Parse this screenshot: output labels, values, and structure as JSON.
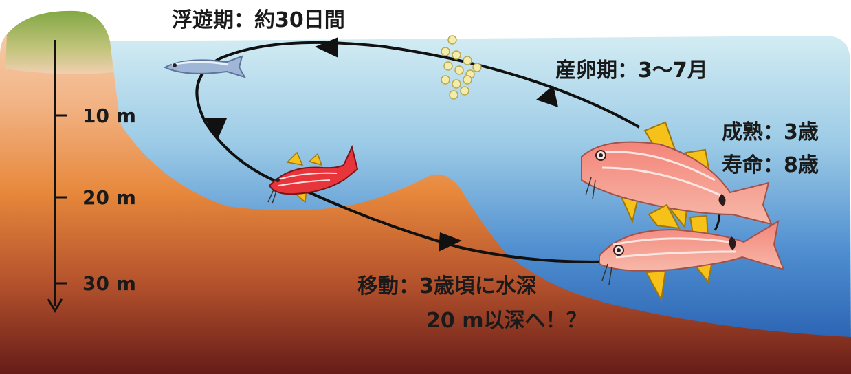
{
  "labels": {
    "pelagic": "浮遊期：約30日間",
    "spawning": "産卵期：3〜7月",
    "maturity": "成熟：3歳",
    "lifespan": "寿命：8歳",
    "migration_line1": "移動：3歳頃に水深",
    "migration_line2": "20 m以深へ！？"
  },
  "depth_scale": {
    "ticks": [
      "10 m",
      "20 m",
      "30 m"
    ]
  },
  "colors": {
    "water_top": "#cbe8f0",
    "water_bottom": "#2a6ab8",
    "land_top": "#f6c39a",
    "land_mid": "#e8883e",
    "land_bottom": "#6a1e18",
    "grass": "#8ab04a",
    "fish_adult": "#f27a6e",
    "fish_juvenile": "#e8323a",
    "fish_larva": "#9ab0d0",
    "fin": "#f6c21a",
    "egg": "#f2eaa8"
  }
}
